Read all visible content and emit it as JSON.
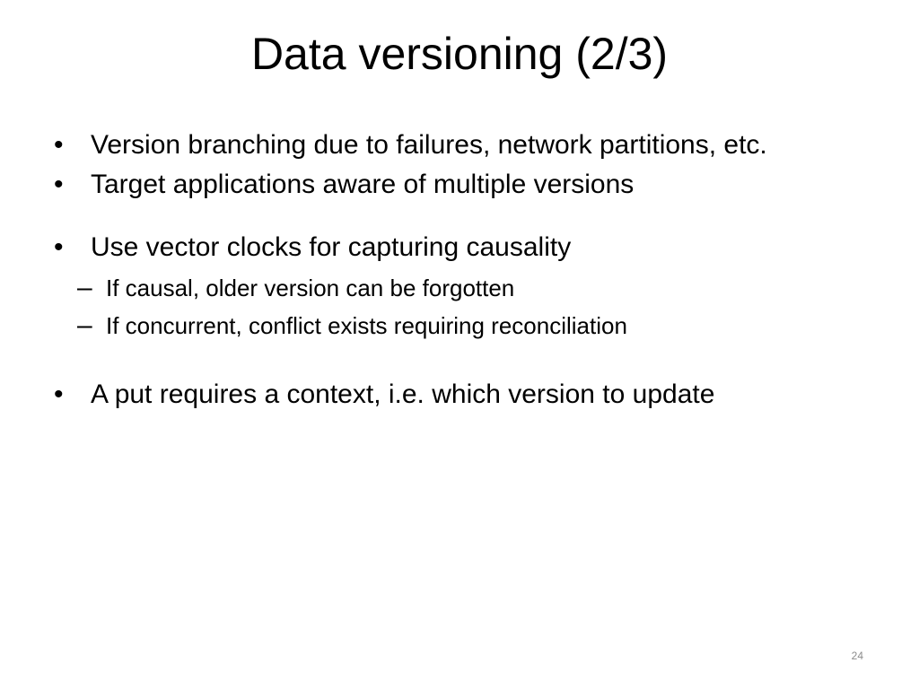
{
  "slide": {
    "title": "Data versioning (2/3)",
    "bullet_mark": "•",
    "dash_mark": "–",
    "bullets": [
      {
        "text": "Version branching due to failures, network partitions, etc."
      },
      {
        "text": "Target applications aware of multiple versions"
      },
      {
        "text": "Use vector clocks for capturing causality",
        "sub": [
          "If causal, older version can be forgotten",
          "If concurrent, conflict exists requiring reconciliation"
        ]
      },
      {
        "text": "A put requires a context, i.e. which version to update"
      }
    ],
    "page_number": "24"
  }
}
